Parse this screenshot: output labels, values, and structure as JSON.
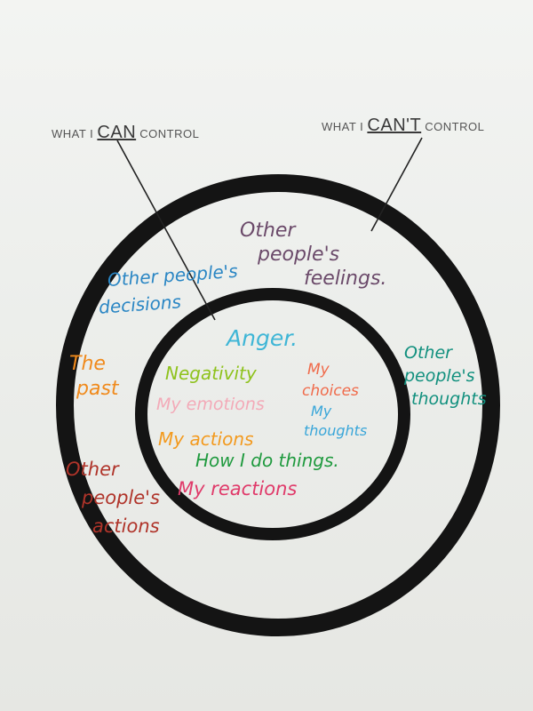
{
  "headers": {
    "left": {
      "pre": "WHAT I ",
      "big": "CAN",
      "post": " CONTROL"
    },
    "right": {
      "pre": "WHAT I ",
      "big": "CAN'T",
      "post": " CONTROL"
    }
  },
  "outer_items": {
    "feelings": [
      "Other",
      "people's",
      "feelings."
    ],
    "decisions": [
      "Other people's",
      "decisions"
    ],
    "past": [
      "The",
      "past"
    ],
    "thoughts": [
      "Other",
      "people's",
      "thoughts"
    ],
    "actions": [
      "Other",
      "people's",
      "actions"
    ]
  },
  "inner_items": {
    "anger": "Anger.",
    "negativity": "Negativity",
    "choices": [
      "My",
      "choices"
    ],
    "emotions": "My emotions",
    "my_thoughts": [
      "My",
      "thoughts"
    ],
    "my_actions": "My actions",
    "how": "How I do things.",
    "reactions": "My reactions"
  },
  "colors": {
    "ring": "#141414",
    "pointer_line": "#222222",
    "header_text": "#555555",
    "feelings": "#6b4a6a",
    "decisions": "#2a86c4",
    "past": "#f08a1c",
    "thoughts_outer": "#11907e",
    "actions_outer": "#b0342a",
    "anger": "#3fb6d6",
    "negativity": "#8ec21c",
    "choices": "#f06a4a",
    "emotions": "#f3aab8",
    "my_thoughts": "#39a6d9",
    "my_actions": "#f39a1e",
    "how": "#1f9a3e",
    "reactions": "#e03a6a"
  }
}
